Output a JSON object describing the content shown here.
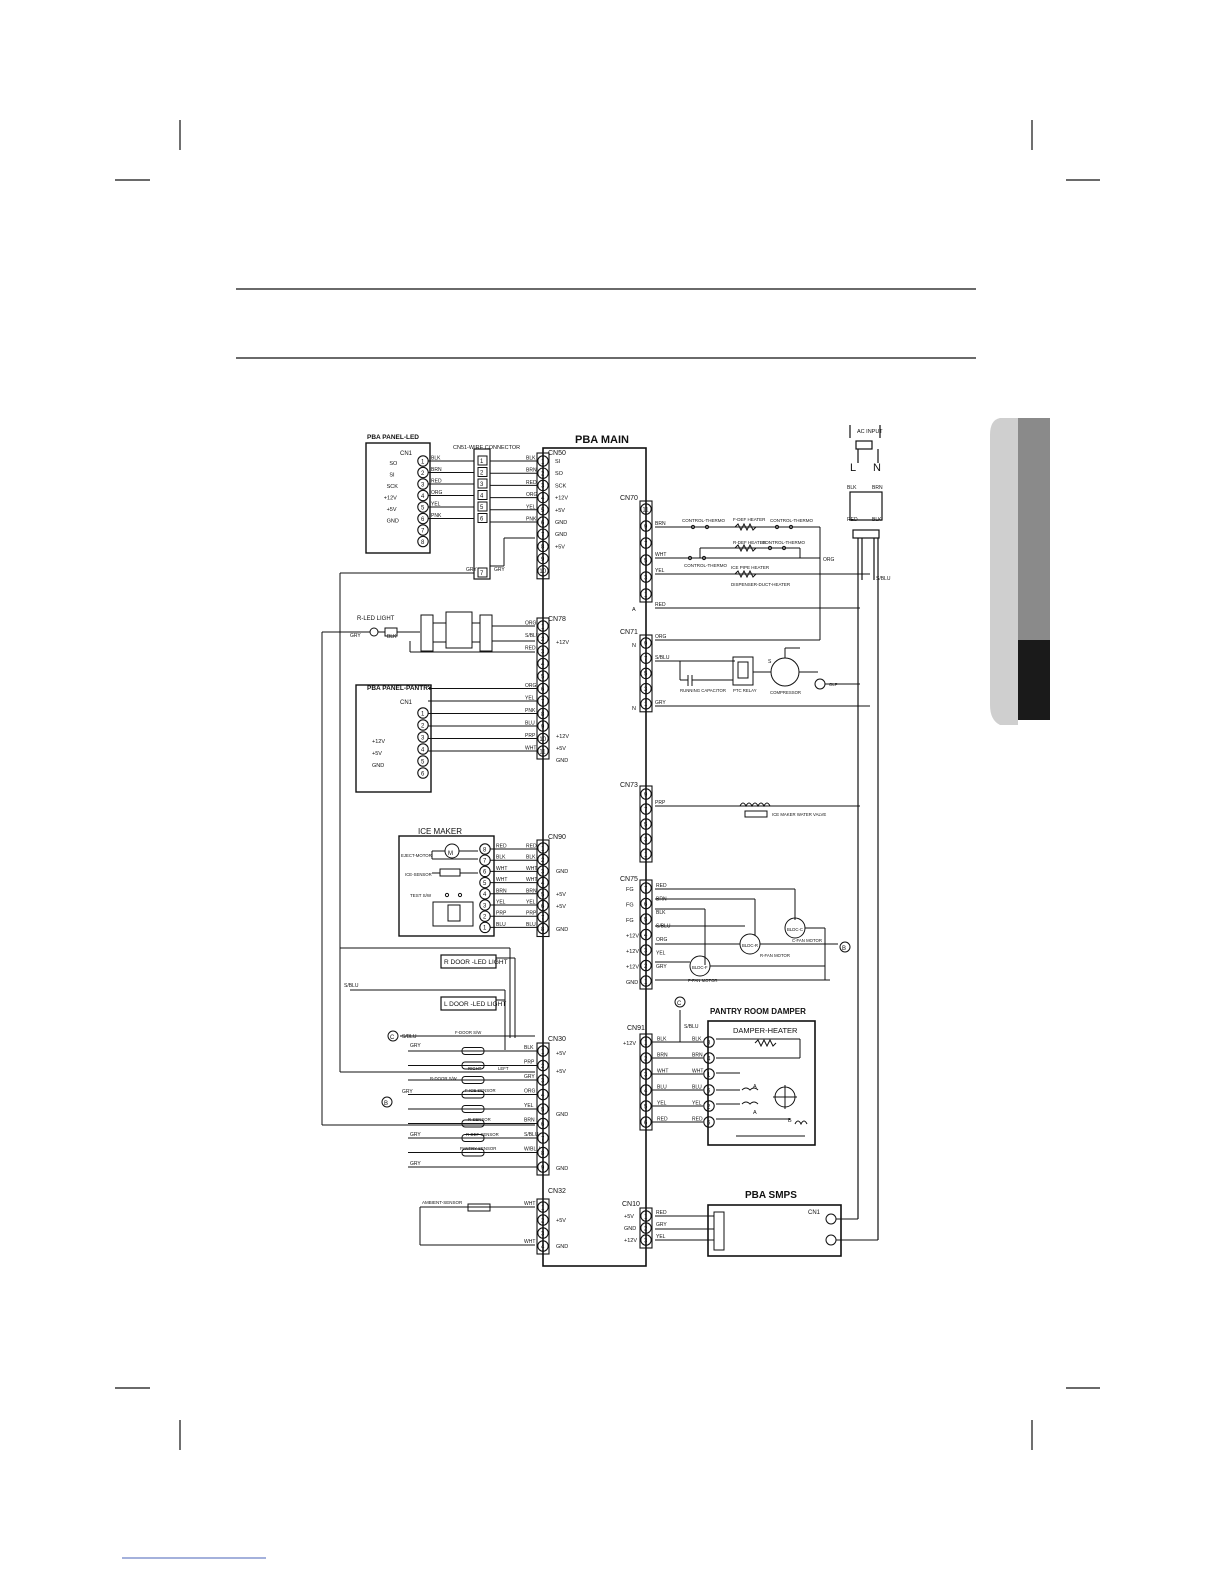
{
  "title": {
    "main_board": "PBA MAIN",
    "smps_board": "PBA SMPS",
    "ac_input": "AC INPUT"
  },
  "panels": {
    "led_panel": "PBA PANEL-LED",
    "wire_connector": "CN51-WIRE CONNECTOR",
    "panel_pantry": "PBA PANEL-PANTRY",
    "ice_maker": "ICE MAKER",
    "pantry_damper": "PANTRY ROOM DAMPER",
    "damper_heater": "DAMPER-HEATER",
    "rdoor_led": "R DOOR -LED LIGHT",
    "ldoor_led": "L DOOR -LED LIGHT",
    "rled_light": "R-LED LIGHT"
  },
  "connectors": {
    "cn50": "CN50",
    "cn70": "CN70",
    "cn71": "CN71",
    "cn73": "CN73",
    "cn75": "CN75",
    "cn78": "CN78",
    "cn90": "CN90",
    "cn30": "CN30",
    "cn32": "CN32",
    "cn91": "CN91",
    "cn10": "CN10",
    "cn1": "CN1"
  },
  "cn50_signals": [
    "SI",
    "SO",
    "SCK",
    "+12V",
    "+5V",
    "GND",
    "GND",
    "+5V",
    "",
    ""
  ],
  "cn50_wires": [
    "BLK",
    "BRN",
    "RED",
    "ORG",
    "YEL",
    "PNK",
    "",
    "",
    "",
    ""
  ],
  "led_panel_signals": [
    "SO",
    "SI",
    "SCK",
    "+12V",
    "+5V",
    "GND"
  ],
  "led_panel_wires": [
    "BLK",
    "BRN",
    "RED",
    "ORG",
    "YEL",
    "PNK"
  ],
  "cn70_wires": [
    "BRN",
    "WHT",
    "YEL",
    "",
    "RED"
  ],
  "cn70_parts": [
    "CONTROL-THERMO",
    "F-DEF HEATER",
    "CONTROL-THERMO",
    "R-DEF HEATER",
    "CONTROL-THERMO",
    "ICE PIPE HEATER",
    "DISPENSER-DUCT-HEATER"
  ],
  "cn71_parts": [
    "RUNNING CAPACITOR",
    "PTC RELAY",
    "COMPRESSOR",
    "OLP"
  ],
  "cn71_wires": [
    "ORG",
    "S/BLU",
    "GRY"
  ],
  "cn73_wire": "PRP",
  "cn73_part": "ICE MAKER WATER VALVE",
  "cn75_labels": [
    "FG",
    "FG",
    "FG",
    "+12V",
    "+12V",
    "+12V",
    "GND"
  ],
  "cn75_wires": [
    "RED",
    "BRN",
    "BLK",
    "S/BLU",
    "ORG",
    "YEL",
    "GRY"
  ],
  "fans": [
    "BLDC-C",
    "BLDC-R",
    "BLDC-F",
    "C-FAN MOTOR",
    "R-FAN MOTOR",
    "F-FAN MOTOR"
  ],
  "cn78_wires": [
    "ORG",
    "S/BLU",
    "RED",
    "",
    "",
    "ORG",
    "YEL",
    "PNK",
    "BLU",
    "PRP",
    "WHT"
  ],
  "cn78_signals": [
    "+12V",
    "+12V",
    "+5V",
    "GND"
  ],
  "ice_maker_parts": [
    "EJECT-MOTOR",
    "ICE-SENSOR",
    "TEST S/W"
  ],
  "cn90_wires": [
    "RED",
    "BLK",
    "WHT",
    "WHT",
    "BRN",
    "YEL",
    "PRP",
    "BLU"
  ],
  "cn90_signals": [
    "GND",
    "+5V",
    "+5V",
    "GND"
  ],
  "cn30_parts": [
    "F-DOOR S/W",
    "R-DOOR S/W",
    "RIGHT",
    "LEFT",
    "F-ICE SENSOR",
    "R-SENSOR",
    "R-DEF-SENSOR",
    "PANTRY SENSOR"
  ],
  "cn30_wires": [
    "BLK",
    "PRP",
    "GRY",
    "ORG",
    "YEL",
    "BRN",
    "S/BLU",
    "W/BLU"
  ],
  "cn30_signals": [
    "+5V",
    "+5V",
    "GND",
    "GND"
  ],
  "cn32_part": "AMBIENT-SENSOR",
  "cn32_wires": [
    "WHT",
    "WHT"
  ],
  "cn32_signals": [
    "+5V",
    "GND"
  ],
  "cn91_signals": [
    "+12V"
  ],
  "cn91_wires": [
    "BLK",
    "BRN",
    "WHT",
    "BLU",
    "YEL",
    "RED"
  ],
  "cn10_signals": [
    "+5V",
    "GND",
    "+12V"
  ],
  "cn10_wires": [
    "RED",
    "GRY",
    "YEL"
  ],
  "misc_labels": [
    "GRY",
    "GRY",
    "S/BLU",
    "GRY",
    "GRY",
    "GRY",
    "GRY",
    "BLK",
    "BRN",
    "RED",
    "N",
    "N",
    "A",
    "A",
    "B",
    "C",
    "M",
    "S",
    "L",
    "N"
  ],
  "ref_marks": [
    "B",
    "C"
  ],
  "colors": {
    "ink": "#111111",
    "tab_light": "#bfbfbf",
    "tab_mid": "#8a8a8a",
    "tab_dark": "#1a1a1a"
  }
}
